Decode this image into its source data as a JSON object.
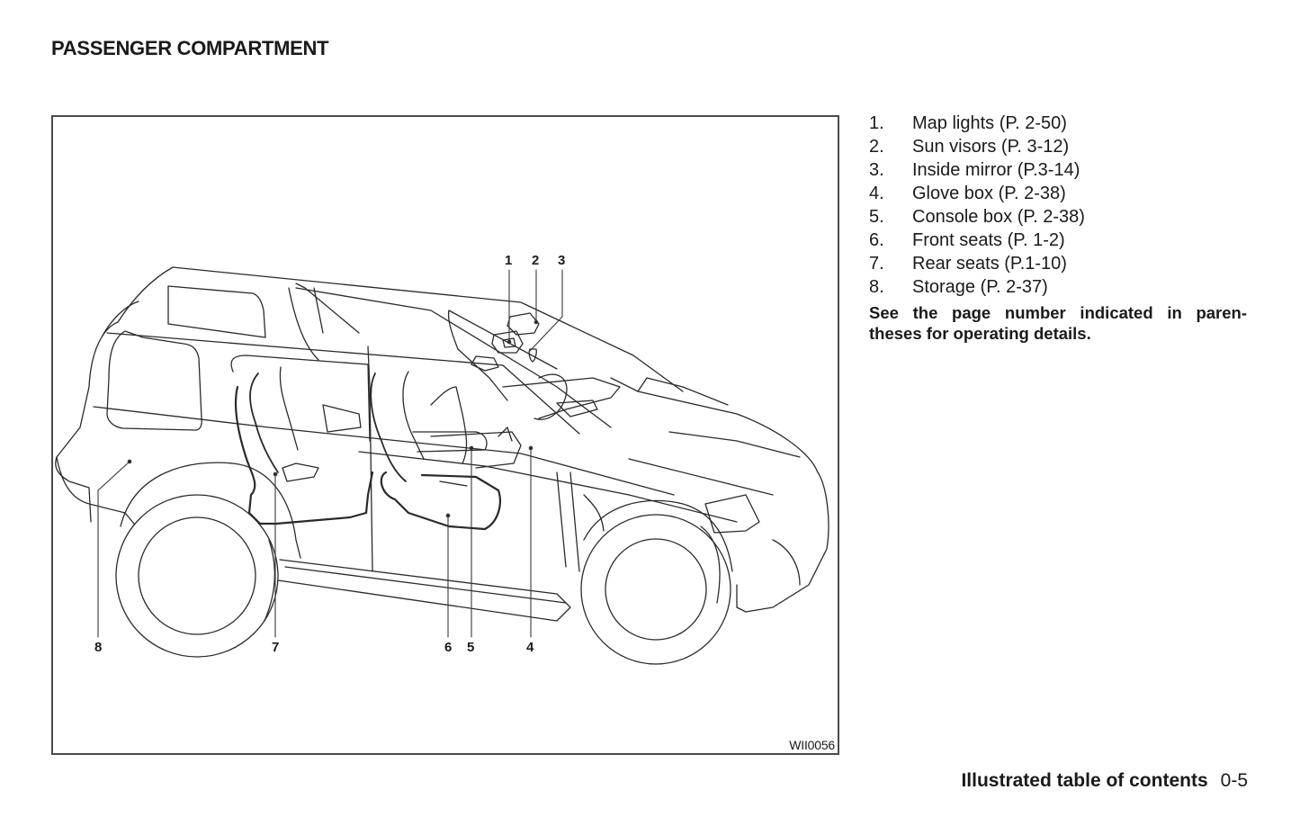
{
  "page": {
    "section_title": "PASSENGER COMPARTMENT"
  },
  "figure": {
    "code": "WII0056",
    "subject": "vehicle-interior-cutaway",
    "callouts": [
      "1",
      "2",
      "3",
      "4",
      "5",
      "6",
      "7",
      "8"
    ]
  },
  "legend": {
    "items": [
      {
        "num": "1.",
        "text": "Map lights (P. 2-50)"
      },
      {
        "num": "2.",
        "text": "Sun visors (P. 3-12)"
      },
      {
        "num": "3.",
        "text": "Inside mirror (P.3-14)"
      },
      {
        "num": "4.",
        "text": "Glove box (P. 2-38)"
      },
      {
        "num": "5.",
        "text": "Console box (P. 2-38)"
      },
      {
        "num": "6.",
        "text": "Front seats (P. 1-2)"
      },
      {
        "num": "7.",
        "text": "Rear seats (P.1-10)"
      },
      {
        "num": "8.",
        "text": "Storage (P. 2-37)"
      }
    ],
    "note": "See the page number indicated in paren- theses for operating details."
  },
  "footer": {
    "label": "Illustrated table of contents",
    "page": "0-5"
  }
}
